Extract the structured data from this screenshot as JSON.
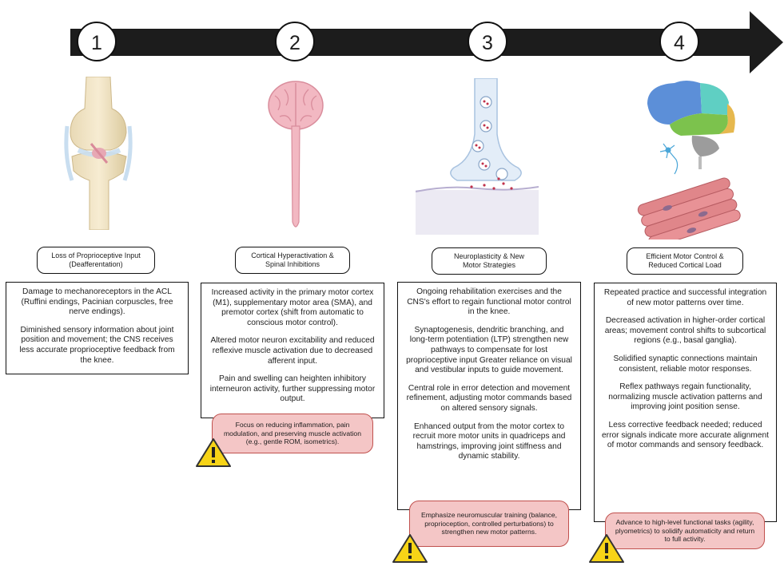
{
  "steps": [
    {
      "number": "1",
      "title_line1": "Loss of Proprioceptive Input",
      "title_line2": "(Deafferentation)",
      "paragraphs": [
        "Damage to mechanoreceptors in the ACL (Ruffini endings, Pacinian corpuscles, free nerve endings).",
        "Diminished sensory information about joint position and movement; the CNS receives less accurate proprioceptive feedback from the knee."
      ],
      "icon": "knee-joint-icon"
    },
    {
      "number": "2",
      "title_line1": "Cortical Hyperactivation &",
      "title_line2": "Spinal Inhibitions",
      "paragraphs": [
        "Increased activity in the primary motor cortex (M1), supplementary motor area (SMA), and premotor cortex (shift from automatic to conscious motor control).",
        "Altered motor neuron excitability and reduced reflexive muscle activation due to decreased afferent input.",
        "Pain and swelling can heighten inhibitory interneuron activity, further suppressing motor output."
      ],
      "warning": "Focus on reducing inflammation, pain modulation, and preserving muscle activation (e.g., gentle ROM, isometrics).",
      "icon": "brain-spinal-cord-icon"
    },
    {
      "number": "3",
      "title_line1": "Neuroplasticity & New",
      "title_line2": "Motor Strategies",
      "paragraphs": [
        "Ongoing rehabilitation exercises and the CNS's effort to regain functional motor control in the knee.",
        "Synaptogenesis, dendritic branching, and long-term potentiation (LTP) strengthen new pathways to compensate for lost proprioceptive input Greater reliance on visual and vestibular inputs to guide movement.",
        "Central role in error detection and movement refinement, adjusting motor commands based on altered sensory signals.",
        "Enhanced output from the motor cortex to recruit more motor units in quadriceps and hamstrings, improving joint stiffness and dynamic stability."
      ],
      "warning": "Emphasize neuromuscular training (balance, proprioception, controlled perturbations) to strengthen new motor patterns.",
      "icon": "synapse-icon"
    },
    {
      "number": "4",
      "title_line1": "Efficient Motor Control &",
      "title_line2": "Reduced Cortical Load",
      "paragraphs": [
        "Repeated practice and successful integration of new motor patterns over time.",
        "Decreased activation in higher-order cortical areas; movement control shifts to subcortical regions (e.g., basal ganglia).",
        "Solidified synaptic connections maintain consistent, reliable motor responses.",
        "Reflex pathways regain functionality, normalizing muscle activation patterns and improving joint position sense.",
        "Less corrective feedback needed; reduced error signals indicate more accurate alignment of motor commands and sensory feedback."
      ],
      "warning": "Advance to high-level functional tasks (agility, plyometrics) to solidify automaticity and return to full activity.",
      "icon": "brain-neuron-muscle-icon"
    }
  ],
  "colors": {
    "arrow": "#1c1c1c",
    "warning_fill": "#f4c6c6",
    "warning_border": "#c0504d",
    "hazard_yellow": "#f7d417"
  }
}
